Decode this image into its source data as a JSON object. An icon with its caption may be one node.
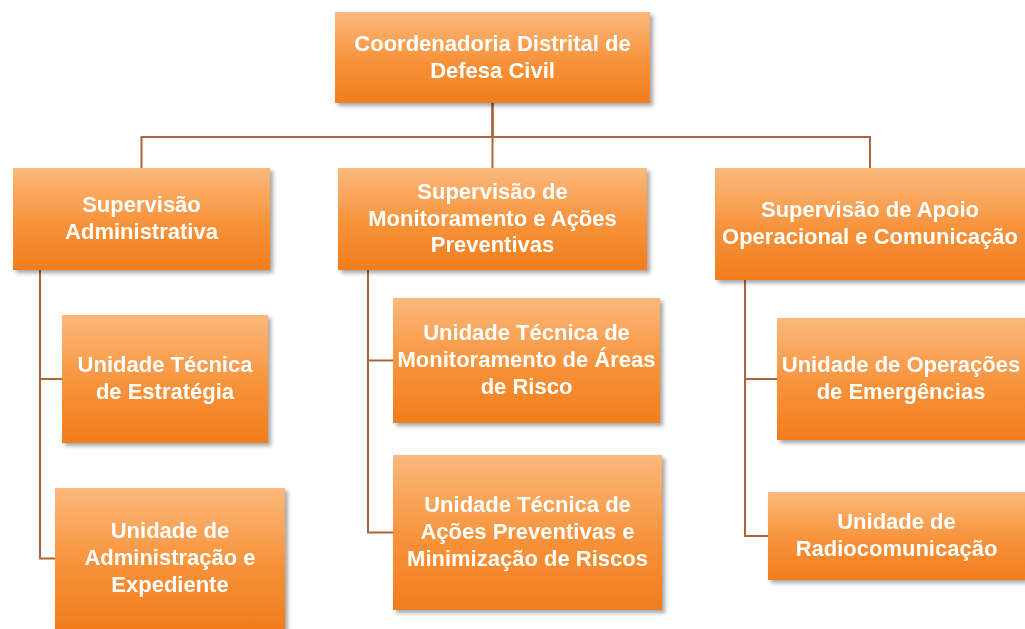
{
  "diagram": {
    "nodes": [
      {
        "text": [
          "Coordenadoria Distrital de Defesa Civil"
        ]
      },
      {
        "text": [
          "Supervisão Administrativa"
        ]
      },
      {
        "text": [
          "Supervisão de Monitoramento e Ações Preventivas"
        ]
      },
      {
        "text": [
          "Supervisão de Apoio Operacional e Comunicação"
        ]
      },
      {
        "text": [
          "Unidade Técnica de Estratégia"
        ]
      },
      {
        "text": [
          "Unidade de Administração e Expediente"
        ]
      },
      {
        "text": [
          "Unidade Técnica de Monitoramento de Áreas de Risco"
        ]
      },
      {
        "text": [
          "Unidade Técnica de Ações Preventivas e Minimização de Riscos"
        ]
      },
      {
        "text": [
          "Unidade de Operações de Emergências"
        ]
      },
      {
        "text": [
          "Unidade de Radiocomunicação"
        ]
      }
    ],
    "edges": [
      {
        "from": 0,
        "to": 1,
        "arrow": "none"
      },
      {
        "from": 0,
        "to": 2,
        "arrow": "none"
      },
      {
        "from": 0,
        "to": 3,
        "arrow": "none"
      },
      {
        "from": 1,
        "to": 4,
        "arrow": "none"
      },
      {
        "from": 1,
        "to": 5,
        "arrow": "none"
      },
      {
        "from": 2,
        "to": 6,
        "arrow": "none"
      },
      {
        "from": 2,
        "to": 7,
        "arrow": "none"
      },
      {
        "from": 3,
        "to": 8,
        "arrow": "none"
      },
      {
        "from": 3,
        "to": 9,
        "arrow": "none"
      }
    ]
  }
}
